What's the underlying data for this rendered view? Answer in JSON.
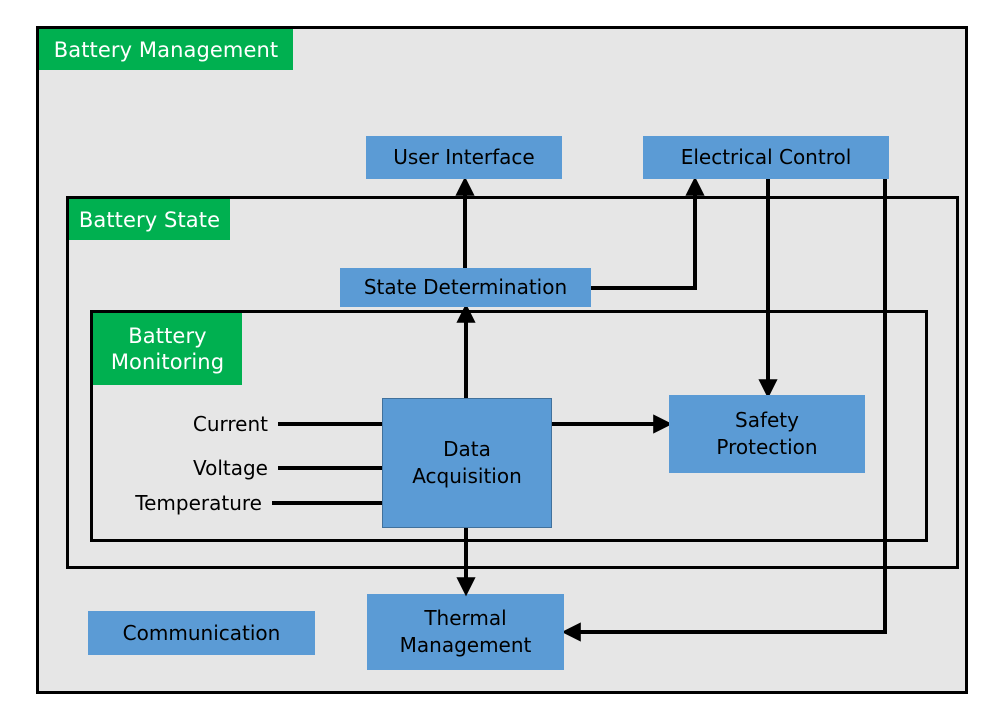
{
  "diagram": {
    "title": "Battery Management",
    "background_color": "#e6e6e6",
    "group_color": "#00b050",
    "node_color": "#5b9bd5",
    "line_color": "#000000",
    "groups": [
      {
        "id": "battery-management",
        "label": "Battery Management"
      },
      {
        "id": "battery-state",
        "label": "Battery State"
      },
      {
        "id": "battery-monitoring",
        "label": "Battery\nMonitoring"
      }
    ],
    "nodes": [
      {
        "id": "user-interface",
        "label": "User Interface"
      },
      {
        "id": "electrical-control",
        "label": "Electrical Control"
      },
      {
        "id": "state-determination",
        "label": "State Determination"
      },
      {
        "id": "data-acquisition",
        "label": "Data\nAcquisition"
      },
      {
        "id": "safety-protection",
        "label": "Safety\nProtection"
      },
      {
        "id": "thermal-management",
        "label": "Thermal\nManagement"
      },
      {
        "id": "communication",
        "label": "Communication"
      }
    ],
    "signals": [
      {
        "id": "current",
        "label": "Current"
      },
      {
        "id": "voltage",
        "label": "Voltage"
      },
      {
        "id": "temperature",
        "label": "Temperature"
      }
    ],
    "connections": [
      {
        "from": "current",
        "to": "data-acquisition",
        "arrow": false
      },
      {
        "from": "voltage",
        "to": "data-acquisition",
        "arrow": false
      },
      {
        "from": "temperature",
        "to": "data-acquisition",
        "arrow": false
      },
      {
        "from": "data-acquisition",
        "to": "state-determination",
        "arrow": true
      },
      {
        "from": "data-acquisition",
        "to": "safety-protection",
        "arrow": true
      },
      {
        "from": "data-acquisition",
        "to": "thermal-management",
        "arrow": true
      },
      {
        "from": "state-determination",
        "to": "user-interface",
        "arrow": true
      },
      {
        "from": "state-determination",
        "to": "electrical-control",
        "arrow": true
      },
      {
        "from": "electrical-control",
        "to": "safety-protection",
        "arrow": true
      },
      {
        "from": "electrical-control",
        "to": "thermal-management",
        "arrow": true
      }
    ]
  }
}
